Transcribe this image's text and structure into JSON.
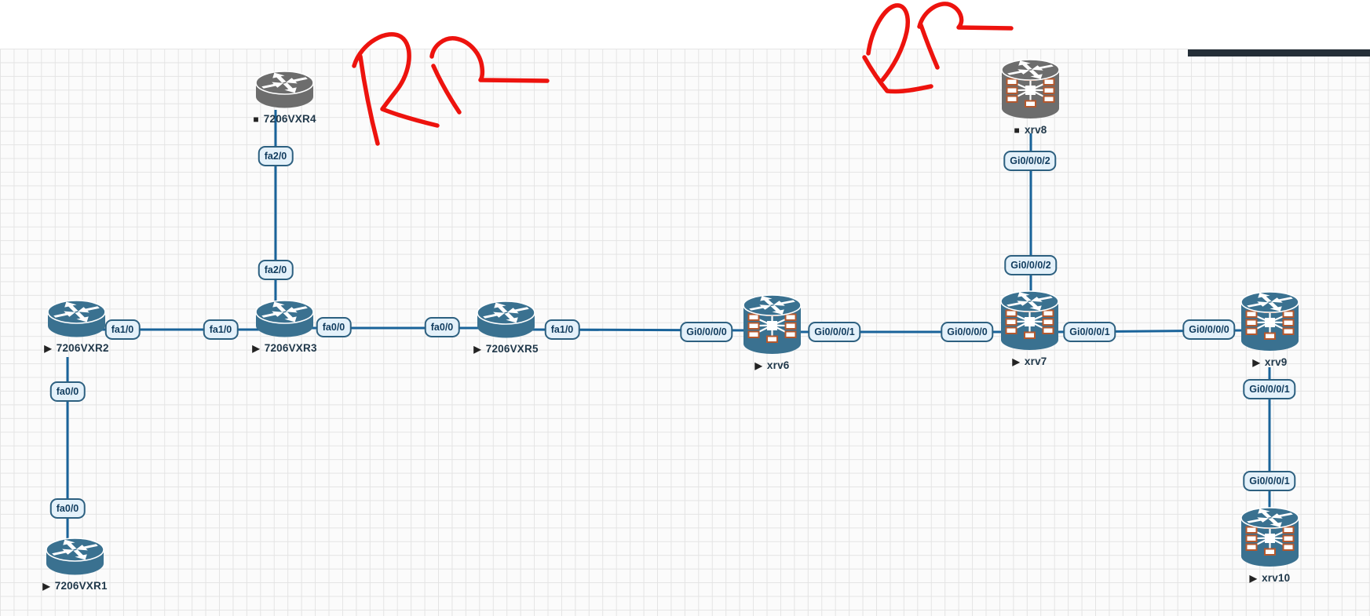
{
  "app": {
    "view": "network-topology-canvas",
    "background": "grid",
    "decorations": {
      "dark_bar_top_right": true
    }
  },
  "colors": {
    "router_running": "#3a7190",
    "router_stopped": "#6d6d6d",
    "link": "#19639a",
    "pill_bg": "#e4f1fa",
    "pill_border": "#2d6080",
    "pill_text": "#113c5e",
    "label_text": "#20384a",
    "annotation_red": "#ed130e",
    "grid_line": "#e4e4e4",
    "dark_bar": "#242e37"
  },
  "devices": [
    {
      "label": "7206VXR4",
      "status": "stopped",
      "status_glyph": "■",
      "kind": "router-classic",
      "color": "gray"
    },
    {
      "label": "7206VXR2",
      "status": "running",
      "status_glyph": "▶",
      "kind": "router-classic",
      "color": "teal"
    },
    {
      "label": "7206VXR3",
      "status": "running",
      "status_glyph": "▶",
      "kind": "router-classic",
      "color": "teal"
    },
    {
      "label": "7206VXR5",
      "status": "running",
      "status_glyph": "▶",
      "kind": "router-classic",
      "color": "teal"
    },
    {
      "label": "7206VXR1",
      "status": "running",
      "status_glyph": "▶",
      "kind": "router-classic",
      "color": "teal"
    },
    {
      "label": "xrv6",
      "status": "running",
      "status_glyph": "▶",
      "kind": "router-xrv",
      "color": "teal"
    },
    {
      "label": "xrv7",
      "status": "running",
      "status_glyph": "▶",
      "kind": "router-xrv",
      "color": "teal"
    },
    {
      "label": "xrv8",
      "status": "stopped",
      "status_glyph": "■",
      "kind": "router-xrv",
      "color": "gray"
    },
    {
      "label": "xrv9",
      "status": "running",
      "status_glyph": "▶",
      "kind": "router-xrv",
      "color": "teal"
    },
    {
      "label": "xrv10",
      "status": "running",
      "status_glyph": "▶",
      "kind": "router-xrv",
      "color": "teal"
    }
  ],
  "interfaces": [
    {
      "label": "fa2/0",
      "device": "7206VXR4"
    },
    {
      "label": "fa2/0",
      "device": "7206VXR3"
    },
    {
      "label": "fa1/0",
      "device": "7206VXR2"
    },
    {
      "label": "fa1/0",
      "device": "7206VXR3"
    },
    {
      "label": "fa0/0",
      "device": "7206VXR3"
    },
    {
      "label": "fa0/0",
      "device": "7206VXR5"
    },
    {
      "label": "fa1/0",
      "device": "7206VXR5"
    },
    {
      "label": "Gi0/0/0/0",
      "device": "xrv6"
    },
    {
      "label": "Gi0/0/0/1",
      "device": "xrv6"
    },
    {
      "label": "Gi0/0/0/0",
      "device": "xrv7"
    },
    {
      "label": "Gi0/0/0/1",
      "device": "xrv7"
    },
    {
      "label": "Gi0/0/0/0",
      "device": "xrv9"
    },
    {
      "label": "Gi0/0/0/2",
      "device": "xrv7"
    },
    {
      "label": "Gi0/0/0/2",
      "device": "xrv8"
    },
    {
      "label": "fa0/0",
      "device": "7206VXR2"
    },
    {
      "label": "fa0/0",
      "device": "7206VXR1"
    },
    {
      "label": "Gi0/0/0/1",
      "device": "xrv9"
    },
    {
      "label": "Gi0/0/0/1",
      "device": "xrv10"
    }
  ],
  "links": [
    {
      "from": "7206VXR4",
      "from_if": "fa2/0",
      "to": "7206VXR3",
      "to_if": "fa2/0"
    },
    {
      "from": "7206VXR2",
      "from_if": "fa1/0",
      "to": "7206VXR3",
      "to_if": "fa1/0"
    },
    {
      "from": "7206VXR3",
      "from_if": "fa0/0",
      "to": "7206VXR5",
      "to_if": "fa0/0"
    },
    {
      "from": "7206VXR5",
      "from_if": "fa1/0",
      "to": "xrv6",
      "to_if": "Gi0/0/0/0"
    },
    {
      "from": "xrv6",
      "from_if": "Gi0/0/0/1",
      "to": "xrv7",
      "to_if": "Gi0/0/0/0"
    },
    {
      "from": "xrv7",
      "from_if": "Gi0/0/0/1",
      "to": "xrv9",
      "to_if": "Gi0/0/0/0"
    },
    {
      "from": "xrv8",
      "from_if": "Gi0/0/0/2",
      "to": "xrv7",
      "to_if": "Gi0/0/0/2"
    },
    {
      "from": "7206VXR2",
      "from_if": "fa0/0",
      "to": "7206VXR1",
      "to_if": "fa0/0"
    },
    {
      "from": "xrv9",
      "from_if": "Gi0/0/0/1",
      "to": "xrv10",
      "to_if": "Gi0/0/0/1"
    }
  ],
  "annotations": [
    {
      "text": "RR",
      "style": "red-handwritten",
      "near": "7206VXR4"
    },
    {
      "text": "RR",
      "style": "red-handwritten",
      "near": "xrv8"
    }
  ]
}
